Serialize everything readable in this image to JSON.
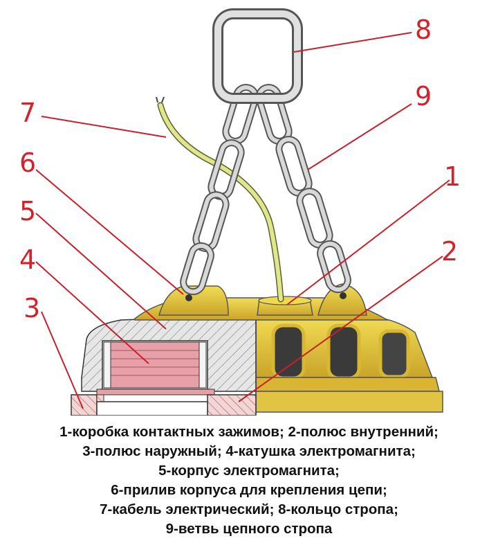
{
  "callouts": [
    {
      "number": "1"
    },
    {
      "number": "2"
    },
    {
      "number": "3"
    },
    {
      "number": "4"
    },
    {
      "number": "5"
    },
    {
      "number": "6"
    },
    {
      "number": "7"
    },
    {
      "number": "8"
    },
    {
      "number": "9"
    }
  ],
  "caption": {
    "lines": [
      "1-коробка контактных зажимов; 2-полюс внутренний;",
      "3-полюс наружный; 4-катушка электромагнита;",
      "5-корпус электромагнита;",
      "6-прилив корпуса для крепления цепи;",
      "7-кабель электрический; 8-кольцо стропа;",
      "9-ветвь цепного стропа"
    ]
  },
  "colors": {
    "label": "#d2232a",
    "leader": "#c8202a",
    "yellow": "#e8c830",
    "hatch_fill": "#e4e4e4",
    "coil": "#e8a0a8"
  }
}
